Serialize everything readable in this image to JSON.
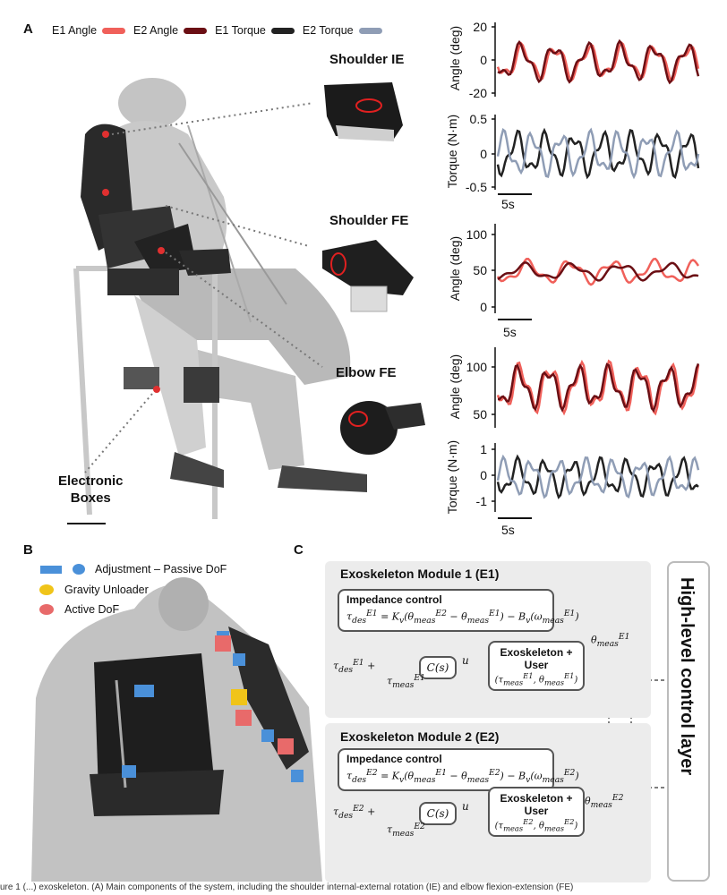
{
  "panels": {
    "a": "A",
    "b": "B",
    "c": "C"
  },
  "legend": [
    {
      "label": "E1 Angle",
      "color": "#f0605a"
    },
    {
      "label": "E2 Angle",
      "color": "#6b0f14"
    },
    {
      "label": "E1 Torque",
      "color": "#222222"
    },
    {
      "label": "E2 Torque",
      "color": "#8f9db5"
    }
  ],
  "joints": {
    "shoulder_ie": "Shoulder IE",
    "shoulder_fe": "Shoulder FE",
    "elbow_fe": "Elbow FE"
  },
  "electronic_boxes": [
    "Electronic",
    "Boxes"
  ],
  "charts": {
    "ie_angle": {
      "ylabel": "Angle (deg)",
      "ticks": [
        "20",
        "0",
        "-20"
      ]
    },
    "ie_torque": {
      "ylabel": "Torque (N·m)",
      "ticks": [
        "0.5",
        "0",
        "-0.5"
      ],
      "scale": "5s"
    },
    "fe_angle": {
      "ylabel": "Angle (deg)",
      "ticks": [
        "100",
        "50",
        "0"
      ],
      "scale": "5s"
    },
    "elbow_angle": {
      "ylabel": "Angle (deg)",
      "ticks": [
        "100",
        "50"
      ]
    },
    "elbow_torque": {
      "ylabel": "Torque (N·m)",
      "ticks": [
        "1",
        "0",
        "-1"
      ],
      "scale": "5s"
    }
  },
  "panel_b_legend": {
    "passive": "Adjustment – Passive DoF",
    "gravity": "Gravity Unloader",
    "active": "Active DoF"
  },
  "panel_c": {
    "module1": "Exoskeleton Module 1 (E1)",
    "module2": "Exoskeleton Module 2 (E2)",
    "impedance": "Impedance control",
    "exo_user": "Exoskeleton + User",
    "controller": "C(s)",
    "u": "u",
    "high_level": "High-level control layer"
  },
  "caption": "ure 1 (...) exoskeleton. (A) Main components of the system, including the shoulder internal-external rotation (IE) and elbow flexion-extension (FE)"
}
